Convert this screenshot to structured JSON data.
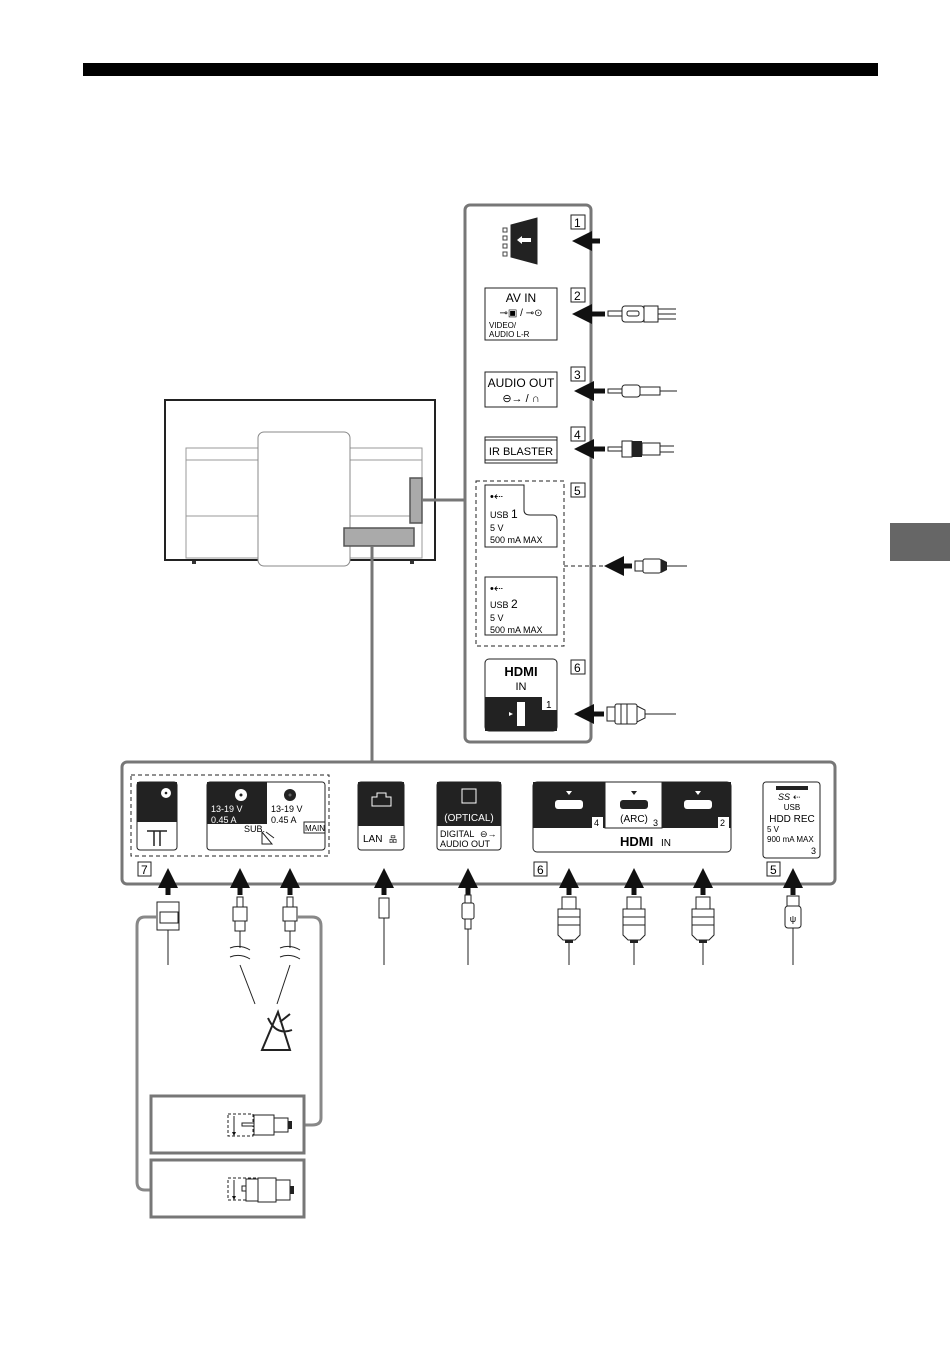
{
  "page": {
    "header_bar": "",
    "side_tab": ""
  },
  "side_panel": {
    "items": [
      {
        "number": "1",
        "label": "",
        "icon": "card-slot-icon",
        "cable": ""
      },
      {
        "number": "2",
        "label": "AV IN",
        "sub": "VIDEO/",
        "sub2": "AUDIO L-R",
        "icon": "video-audio-in-icon",
        "cable": "av-mini-plug-cable"
      },
      {
        "number": "3",
        "label": "AUDIO OUT",
        "icon": "headphone-icon",
        "cable": "stereo-mini-plug-cable"
      },
      {
        "number": "4",
        "label": "IR BLASTER",
        "cable": "ir-blaster-plug-cable"
      },
      {
        "number": "5",
        "usb1_label": "USB",
        "usb1_num": "1",
        "usb2_label": "USB",
        "usb2_num": "2",
        "voltage": "5 V",
        "current": "500 mA MAX",
        "icon": "usb-icon",
        "cable": "usb-a-cable"
      },
      {
        "number": "6",
        "label": "HDMI",
        "sub": "IN",
        "port": "1",
        "cable": "hdmi-cable"
      }
    ]
  },
  "bottom_panel": {
    "antenna": {
      "number": "7"
    },
    "satellite": {
      "sub_voltage": "13-19 V",
      "sub_current": "0.45 A",
      "sub_label": "SUB.",
      "main_voltage": "13-19 V",
      "main_current": "0.45 A",
      "main_label": "MAIN"
    },
    "lan": {
      "label": "LAN"
    },
    "optical": {
      "label_top": "(OPTICAL)",
      "label_1": "DIGITAL",
      "label_2": "AUDIO OUT"
    },
    "hdmi": {
      "number": "6",
      "ports": [
        "4",
        "3",
        "2"
      ],
      "arc_label": "(ARC)",
      "logo": "HDMI",
      "suffix": "IN"
    },
    "usb_hdd": {
      "number": "5",
      "ss": "SS",
      "usb": "USB",
      "label": "HDD REC",
      "voltage": "5 V",
      "current": "900 mA MAX",
      "port": "3"
    }
  },
  "connector_inserts": [
    {
      "name": "satellite-f-type-connector"
    },
    {
      "name": "antenna-iec-connector"
    }
  ]
}
